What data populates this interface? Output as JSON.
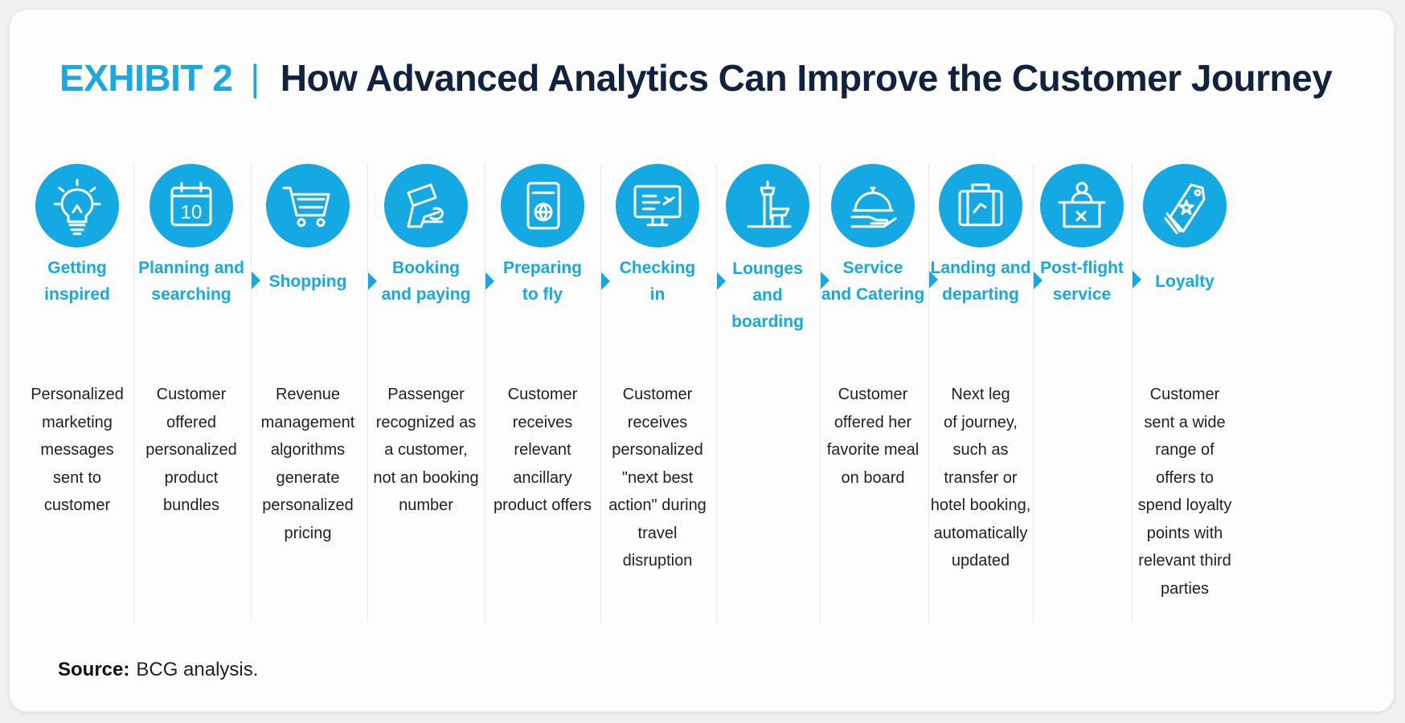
{
  "header": {
    "exhibit": "EXHIBIT 2",
    "separator": "|",
    "title": "How Advanced Analytics Can Improve the Customer Journey"
  },
  "colors": {
    "accent": "#14a9e2",
    "title": "#10223f",
    "text": "#222222"
  },
  "stages": [
    {
      "icon": "lightbulb-icon",
      "label": [
        "Getting",
        "inspired"
      ],
      "desc": [
        "Personalized",
        "marketing",
        "messages",
        "sent to",
        "customer"
      ]
    },
    {
      "icon": "calendar-icon",
      "calendar_day": "10",
      "label": [
        "Planning and",
        "searching"
      ],
      "desc": [
        "Customer",
        "offered",
        "personalized",
        "product",
        "bundles"
      ]
    },
    {
      "icon": "shopping-cart-icon",
      "label": [
        "Shopping"
      ],
      "desc": [
        "Revenue",
        "management",
        "algorithms",
        "generate",
        "personalized",
        "pricing"
      ]
    },
    {
      "icon": "card-payment-icon",
      "label": [
        "Booking",
        "and paying"
      ],
      "desc": [
        "Passenger",
        "recognized as",
        "a customer,",
        "not an booking",
        "number"
      ]
    },
    {
      "icon": "passport-icon",
      "label": [
        "Preparing",
        "to fly"
      ],
      "desc": [
        "Customer",
        "receives",
        "relevant",
        "ancillary",
        "product offers"
      ]
    },
    {
      "icon": "monitor-plane-icon",
      "label": [
        "Checking",
        "in"
      ],
      "desc": [
        "Customer",
        "receives",
        "personalized",
        "\"next best",
        "action\" during",
        "travel",
        "disruption"
      ]
    },
    {
      "icon": "airport-tower-icon",
      "label": [
        "Lounges",
        "and",
        "boarding"
      ],
      "desc": []
    },
    {
      "icon": "cloche-icon",
      "label": [
        "Service",
        "and Catering"
      ],
      "desc": [
        "Customer",
        "offered her",
        "favorite meal",
        "on board"
      ]
    },
    {
      "icon": "luggage-icon",
      "label": [
        "Landing and",
        "departing"
      ],
      "desc": [
        "Next leg",
        "of journey,",
        "such as",
        "transfer or",
        "hotel booking,",
        "automatically",
        "updated"
      ]
    },
    {
      "icon": "service-desk-icon",
      "label": [
        "Post-flight",
        "service"
      ],
      "desc": []
    },
    {
      "icon": "loyalty-tag-icon",
      "label": [
        "Loyalty"
      ],
      "desc": [
        "Customer",
        "sent a wide",
        "range of",
        "offers to",
        "spend loyalty",
        "points with",
        "relevant third",
        "parties"
      ]
    }
  ],
  "source": {
    "label": "Source:",
    "text": "BCG analysis."
  }
}
